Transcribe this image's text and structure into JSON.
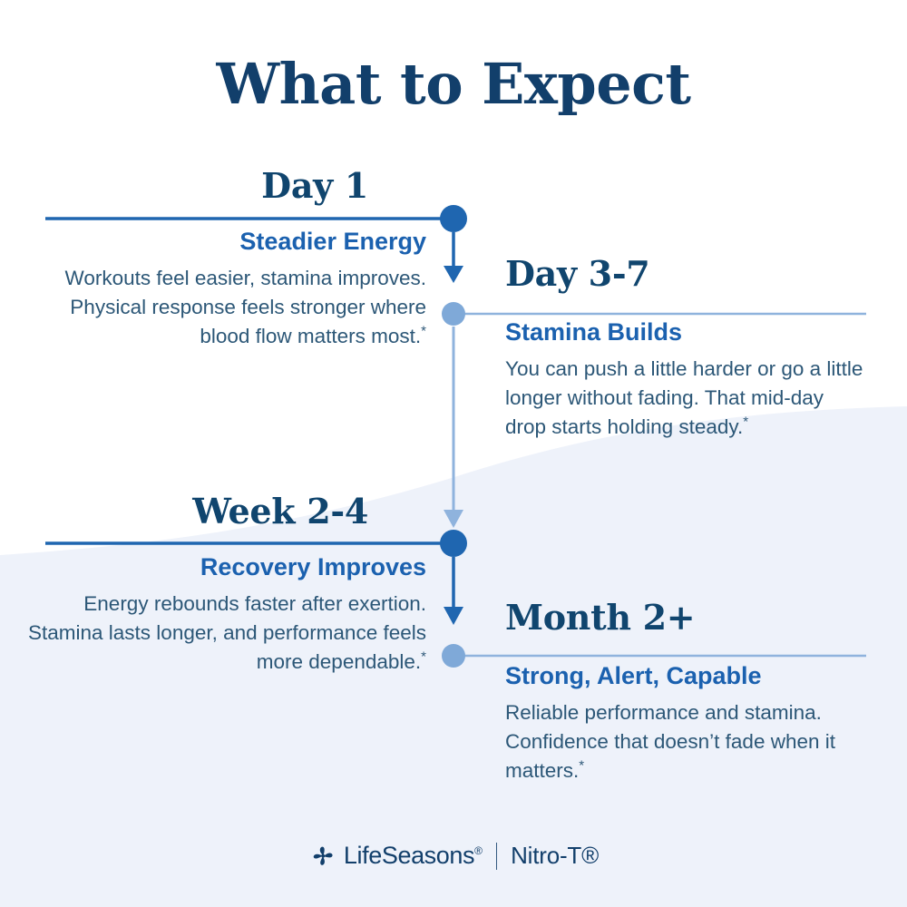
{
  "page": {
    "title": "What to Expect",
    "background_color": "#ffffff",
    "wave_color": "#eef2fa"
  },
  "colors": {
    "era_navy": "#10456e",
    "headline_blue": "#1b61af",
    "body_slate": "#2c5777",
    "dot_dark": "#1f66b0",
    "dot_light": "#7fa9d8",
    "line_dark": "#1f66b0",
    "line_light": "#8fb3dd"
  },
  "timeline": {
    "milestones": [
      {
        "era": "Day 1",
        "headline": "Steadier Energy",
        "description": "Workouts feel easier, stamina improves. Physical response feels stronger where blood flow matters most.",
        "footnote": "*",
        "side": "left",
        "marker": "dark-dot"
      },
      {
        "era": "Day 3-7",
        "headline": "Stamina Builds",
        "description": "You can push a little harder or go a little longer without fading. That mid-day drop starts holding steady.",
        "footnote": "*",
        "side": "right",
        "marker": "light-dot"
      },
      {
        "era": "Week 2-4",
        "headline": "Recovery Improves",
        "description": "Energy rebounds faster after exertion. Stamina lasts longer, and performance feels more dependable.",
        "footnote": "*",
        "side": "left",
        "marker": "dark-dot"
      },
      {
        "era": "Month 2+",
        "headline": "Strong, Alert, Capable",
        "description": "Reliable performance and stamina. Confidence that doesn’t fade when it matters.",
        "footnote": "*",
        "side": "right",
        "marker": "light-dot"
      }
    ]
  },
  "footer": {
    "brand": "LifeSeasons",
    "brand_registered": "®",
    "product": "Nitro-T",
    "product_registered": "®",
    "logo_icon": "pinwheel-icon"
  }
}
